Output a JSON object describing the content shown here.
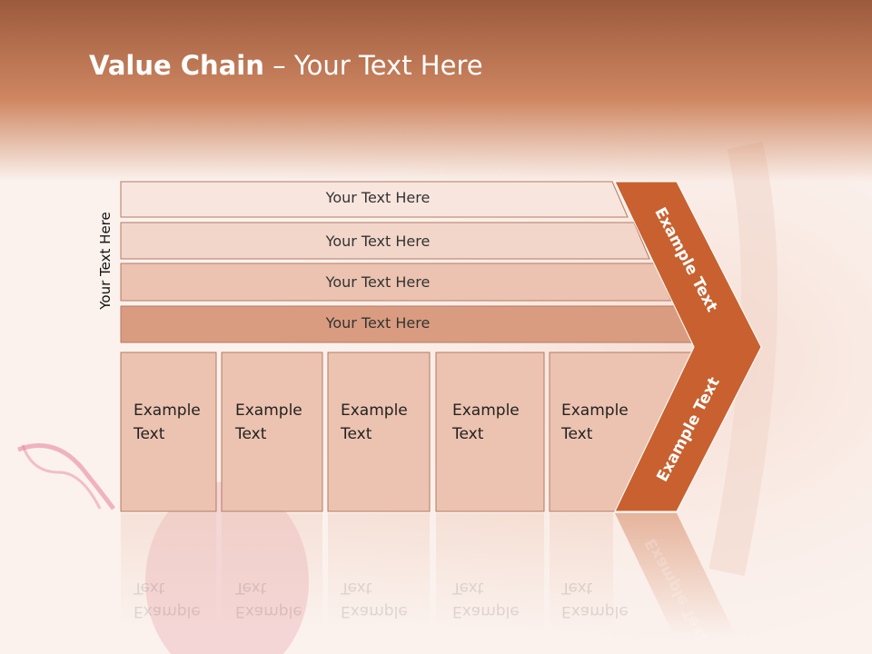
{
  "slide": {
    "title_bold": "Value Chain",
    "title_rest": " – Your Text Here",
    "side_label": "Your Text Here"
  },
  "bars": [
    {
      "label": "Your Text Here"
    },
    {
      "label": "Your Text Here"
    },
    {
      "label": "Your Text Here"
    },
    {
      "label": "Your Text Here"
    }
  ],
  "cells": [
    {
      "line1": "Example",
      "line2": "Text"
    },
    {
      "line1": "Example",
      "line2": "Text"
    },
    {
      "line1": "Example",
      "line2": "Text"
    },
    {
      "line1": "Example",
      "line2": "Text"
    },
    {
      "line1": "Example",
      "line2": "Text"
    }
  ],
  "arrow": {
    "upper_label": "Example Text",
    "lower_label": "Example Text"
  },
  "colors": {
    "header": "#c27a57",
    "arrow": "#c8612f",
    "bar_fills": [
      "#f8e6de",
      "#f2d6c9",
      "#ebc3b0",
      "#da9c80"
    ],
    "cell_fill": "#ecc3b0"
  }
}
